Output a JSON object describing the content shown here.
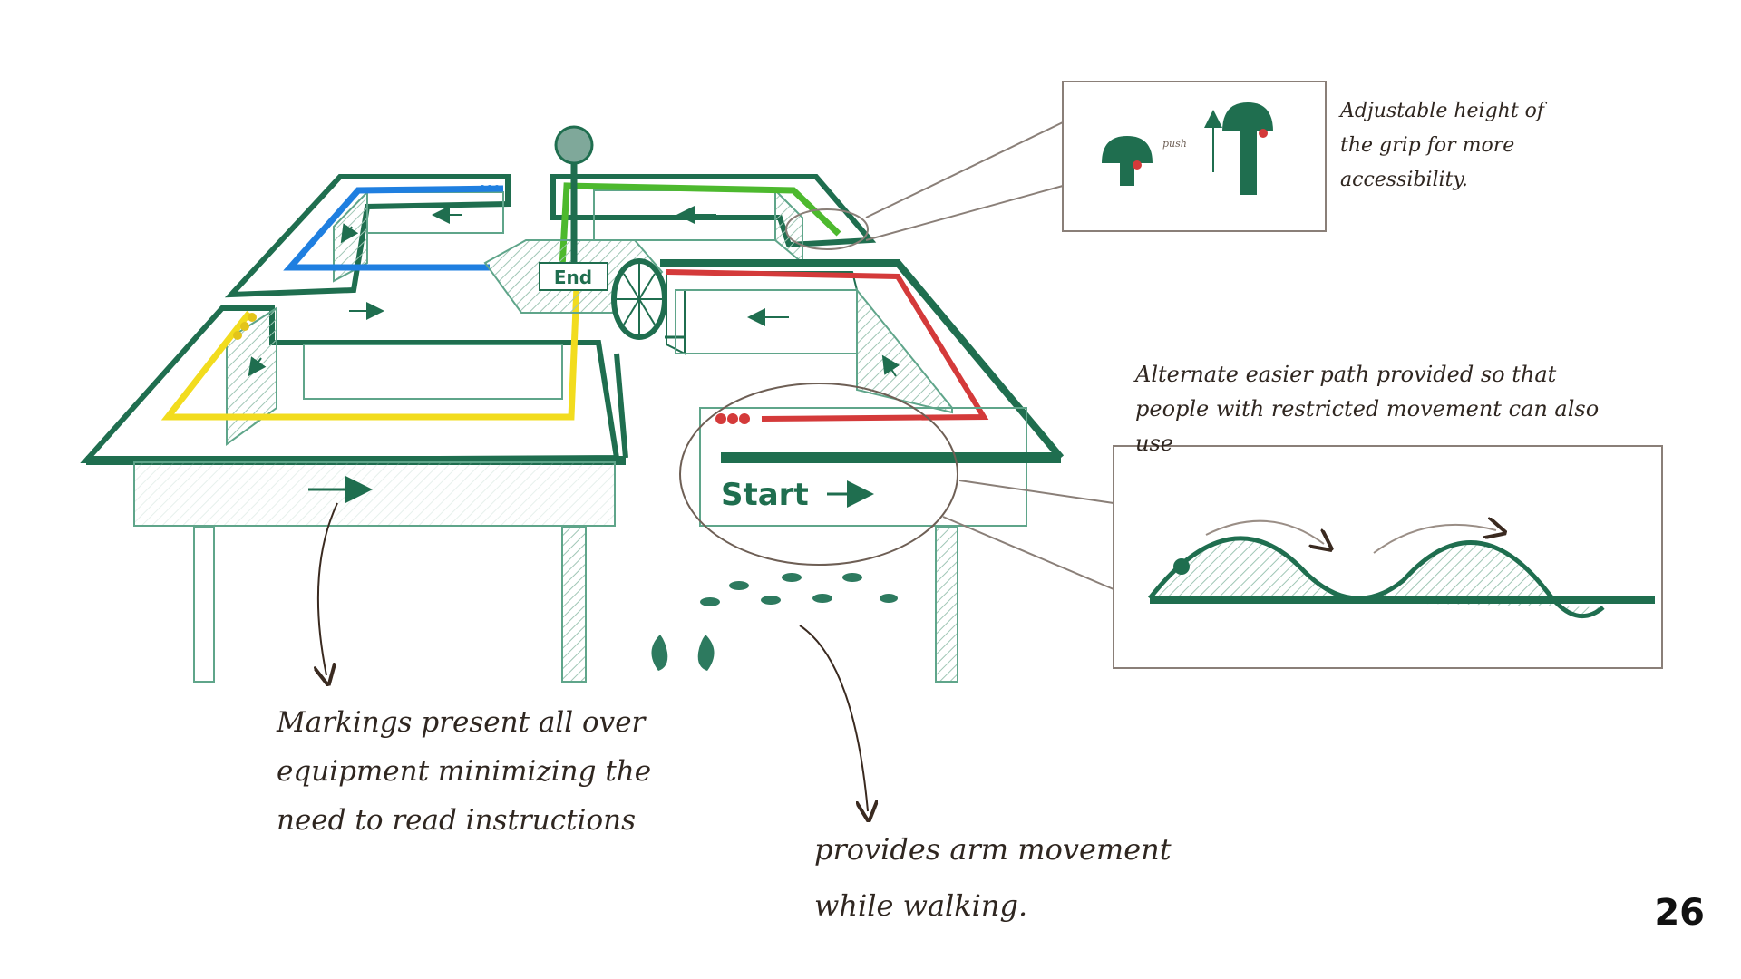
{
  "colors": {
    "frame_green": "#1f6e4f",
    "light_green": "#5fa58a",
    "path_blue": "#1f7fe0",
    "path_green": "#4db92e",
    "path_red": "#d43a3a",
    "path_yellow": "#f2dc1e",
    "ink": "#2f2620",
    "callout_line": "#8a7f78"
  },
  "equipment": {
    "start_label": "Start",
    "end_label": "End"
  },
  "annotations": {
    "grip_note": "Adjustable height of\nthe grip for more\naccessibility.",
    "grip_push_label": "push",
    "alt_path_note": "Alternate easier path provided so that\npeople with restricted movement can also use",
    "markings_note": "Markings present all over\nequipment minimizing the\nneed to read instructions",
    "arm_note": "provides arm movement\nwhile walking."
  },
  "icons": [
    "arrow-icon",
    "footprints-icon",
    "steering-wheel-icon",
    "grip-knob-icon"
  ],
  "page_number": "26"
}
